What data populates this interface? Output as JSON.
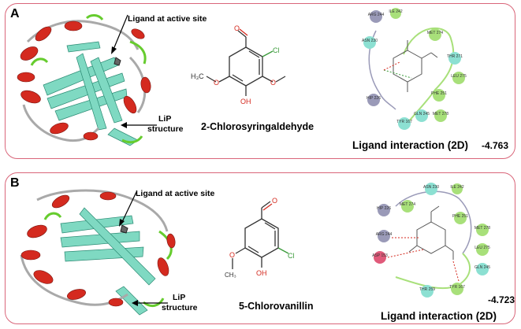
{
  "panels": [
    {
      "letter": "A",
      "site_label": "Ligand at active site",
      "structure_label_1": "LiP",
      "structure_label_2": "structure",
      "compound_name": "2-Chlorosyringaldehyde",
      "interaction_label": "Ligand interaction (2D)",
      "score": "-4.763",
      "mol_atoms": {
        "cl": "Cl",
        "oh": "OH",
        "meo_left": "H₃C",
        "o": "O"
      },
      "residues": [
        "ARG 244",
        "ASN 230",
        "HIP 226",
        "ILE 242",
        "MET 274",
        "THR 271",
        "LEU 275",
        "PHE 251",
        "GLN 245",
        "MET 278",
        "TYR 167"
      ]
    },
    {
      "letter": "B",
      "site_label": "Ligand at active site",
      "structure_label_1": "LiP",
      "structure_label_2": "structure",
      "compound_name": "5-Chlorovanillin",
      "interaction_label": "Ligand interaction (2D)",
      "score": "-4.723",
      "mol_atoms": {
        "cl": "Cl",
        "oh": "OH",
        "ch3": "CH₃",
        "o": "O"
      },
      "residues": [
        "HIP 226",
        "ASN 230",
        "ILE 242",
        "MET 274",
        "PHE 251",
        "MET 278",
        "LEU 275",
        "ARG 244",
        "ASP 153",
        "GLN 245",
        "THR 259",
        "TYR 167"
      ]
    }
  ],
  "colors": {
    "border": "#d9667a",
    "helix": "#d42a1f",
    "sheet": "#7fd9c2",
    "coil": "#a9a9a9",
    "loop_green": "#66cc2e",
    "hydrophobic": "#a8e07a",
    "polar": "#8ce0d2",
    "positive": "#9a9ab8",
    "negative": "#e05a7a"
  }
}
